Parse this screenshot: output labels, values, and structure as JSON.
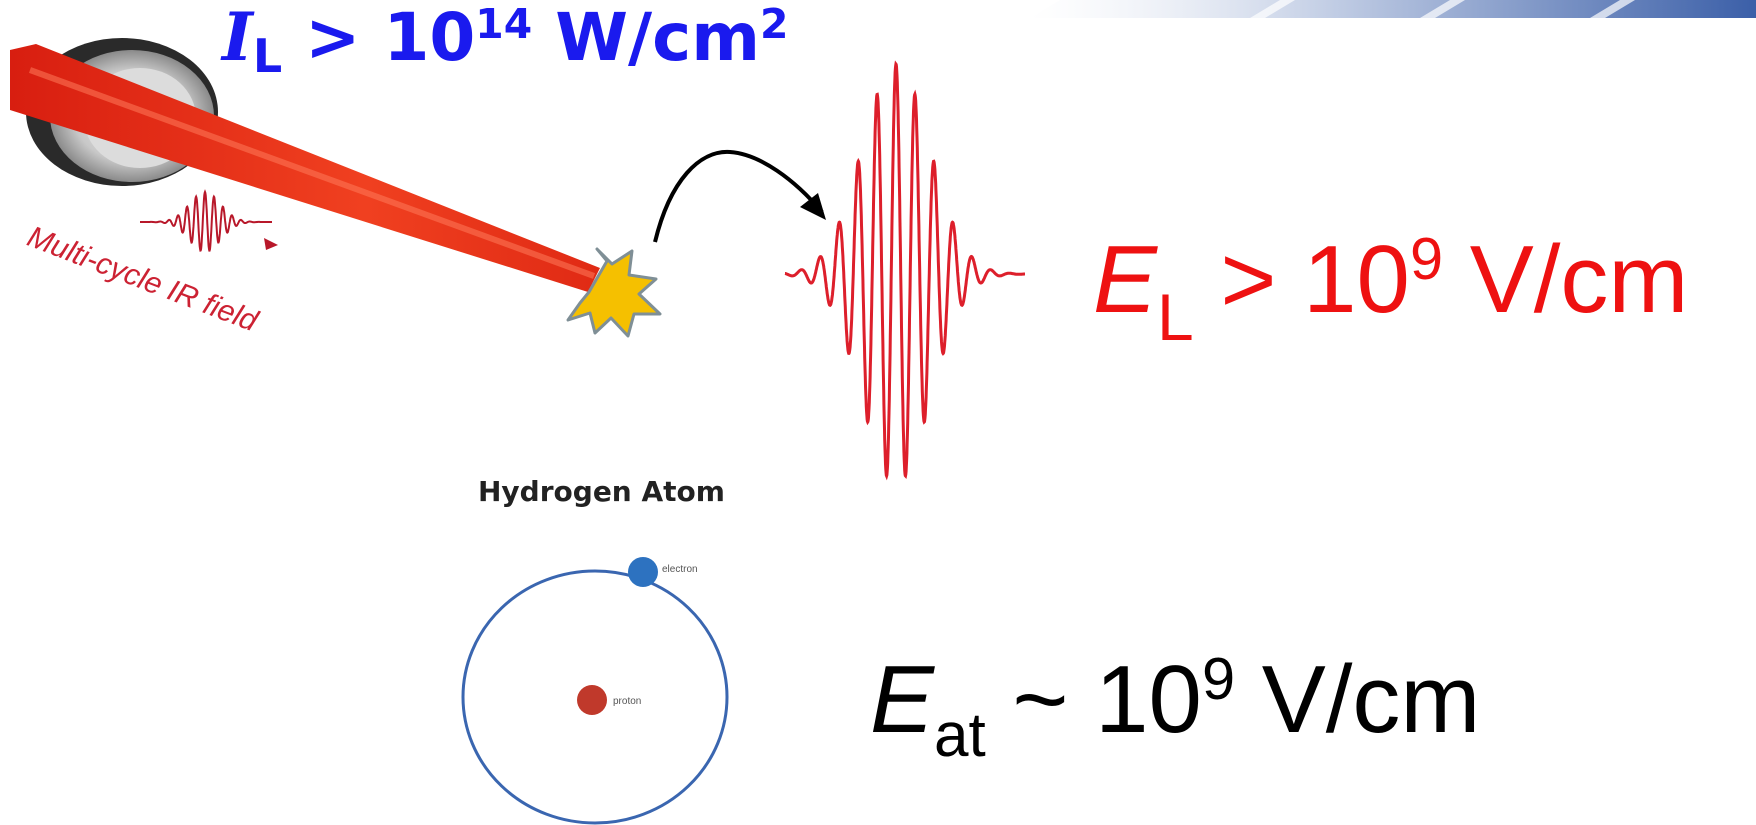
{
  "laser_intensity": {
    "symbol": "I",
    "subscript": "L",
    "relation": " > 10",
    "exponent": "14",
    "unit": " W/cm",
    "unit_exponent": "2"
  },
  "laser_field": {
    "symbol": "E",
    "subscript": "L",
    "relation": " > 10",
    "exponent": "9",
    "unit": " V/cm"
  },
  "atomic_field": {
    "symbol": "E",
    "subscript": "at",
    "relation": " ~ 10",
    "exponent": "9",
    "unit": " V/cm"
  },
  "ir_field_label": "Multi-cycle IR field",
  "hydrogen": {
    "title": "Hydrogen Atom",
    "electron_label": "electron",
    "proton_label": "proton"
  },
  "colors": {
    "laser_red": "#ee1111",
    "intensity_blue": "#1a1aee",
    "orbit_blue": "#3a66b0",
    "proton": "#c0392b",
    "electron": "#2d72c0",
    "spark": "#f5c000"
  }
}
